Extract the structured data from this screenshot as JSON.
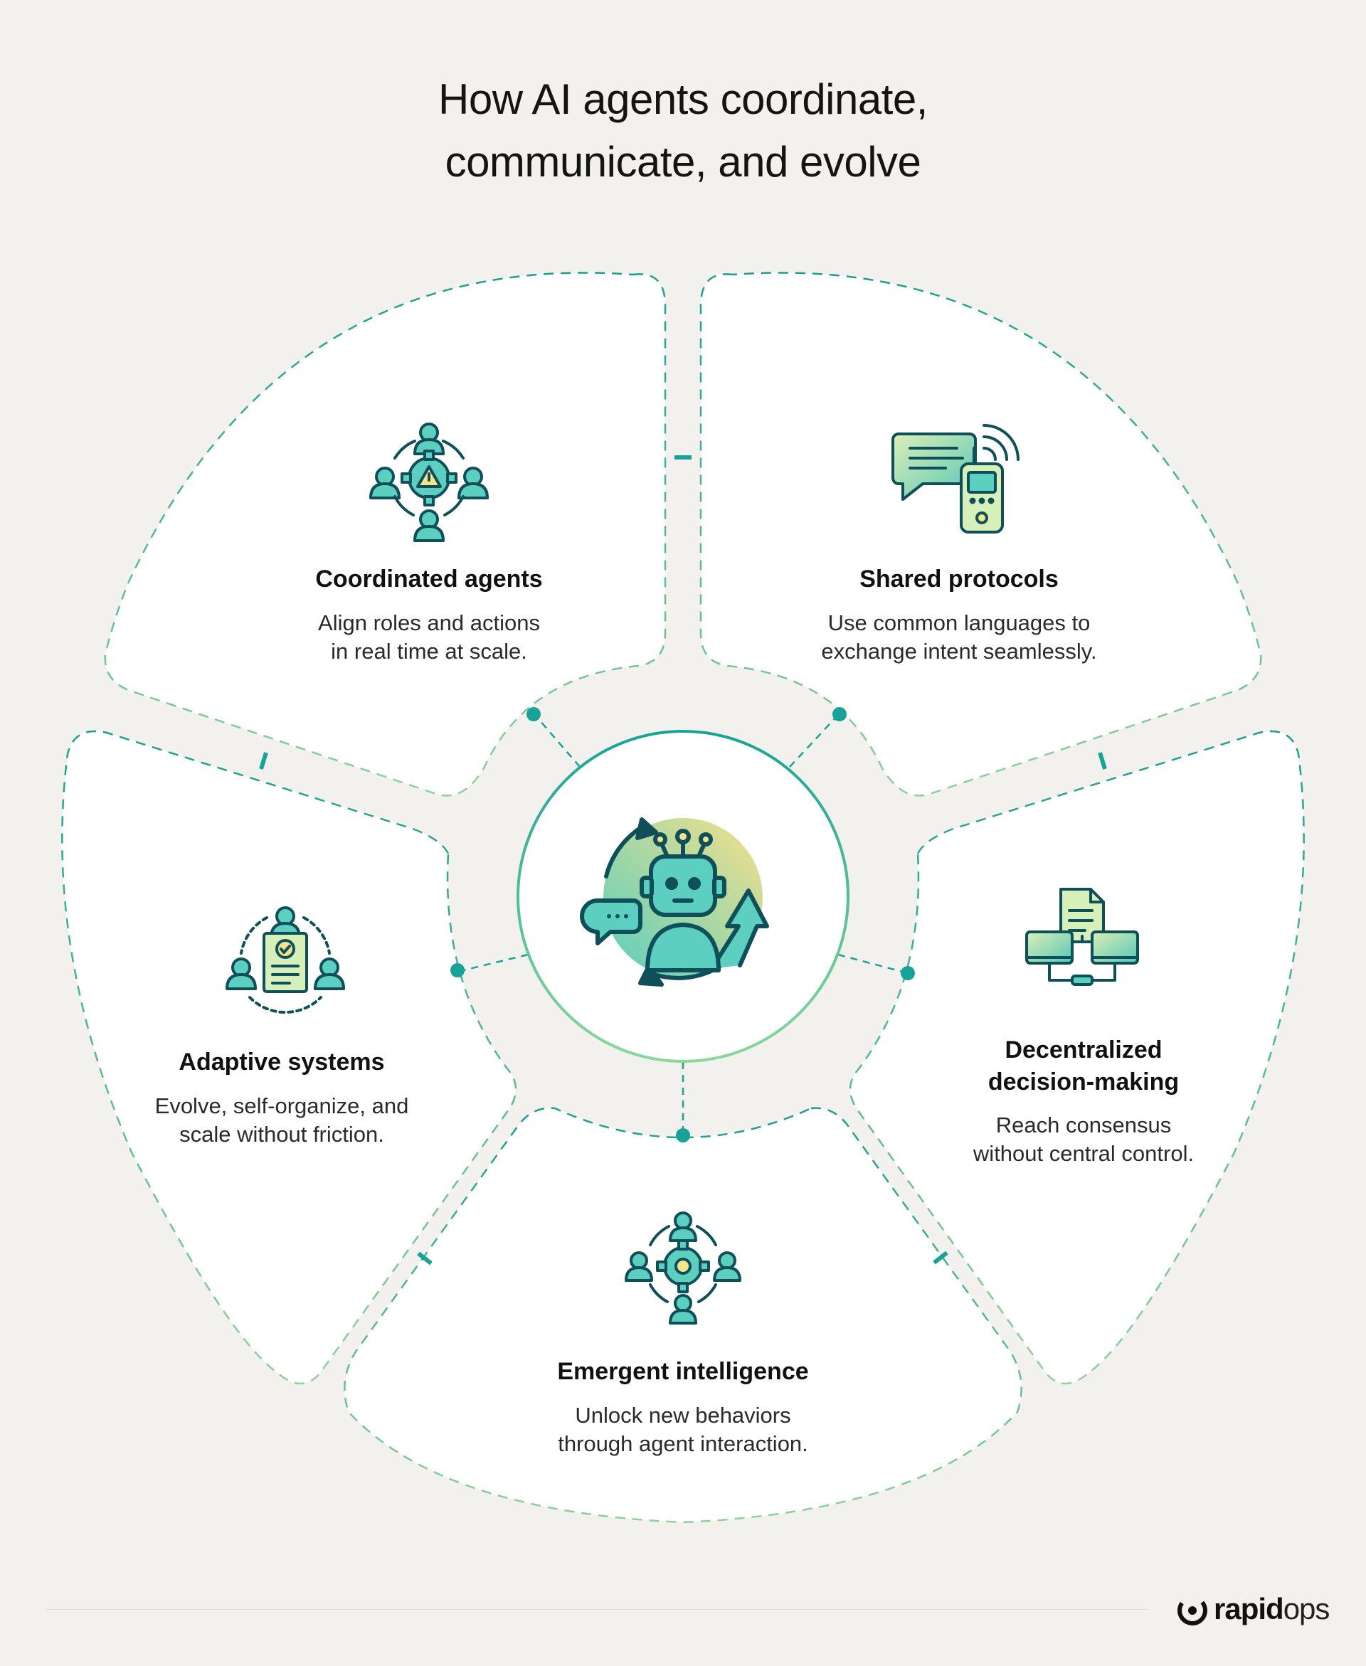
{
  "title": {
    "line1": "How AI agents coordinate,",
    "line2": "communicate, and evolve"
  },
  "segments": [
    {
      "id": "coordinated",
      "icon": "team-gear-warning-icon",
      "title": "Coordinated agents",
      "desc1": "Align roles and actions",
      "desc2": "in real time at scale."
    },
    {
      "id": "protocols",
      "icon": "chat-walkie-talkie-icon",
      "title": "Shared protocols",
      "desc1": "Use common languages to",
      "desc2": "exchange intent seamlessly."
    },
    {
      "id": "decentralized",
      "icon": "network-computers-document-icon",
      "title1": "Decentralized",
      "title2": "decision-making",
      "desc1": "Reach consensus",
      "desc2": "without central control."
    },
    {
      "id": "emergent",
      "icon": "people-gear-cycle-icon",
      "title": "Emergent intelligence",
      "desc1": "Unlock new behaviors",
      "desc2": "through agent interaction."
    },
    {
      "id": "adaptive",
      "icon": "people-document-check-icon",
      "title": "Adaptive systems",
      "desc1": "Evolve, self-organize, and",
      "desc2": "scale without friction."
    }
  ],
  "center": {
    "icon": "robot-chat-cycle-icon"
  },
  "colors": {
    "background": "#f2f1ed",
    "accent": "#17a398",
    "dash": "#3fae90",
    "icon_stroke": "#0e4f5a",
    "icon_fill": "#5ccfc0",
    "icon_light": "#d7efb8",
    "icon_yellow": "#f6e48a"
  },
  "footer": {
    "brand_bold": "rapid",
    "brand_light": "ops"
  }
}
